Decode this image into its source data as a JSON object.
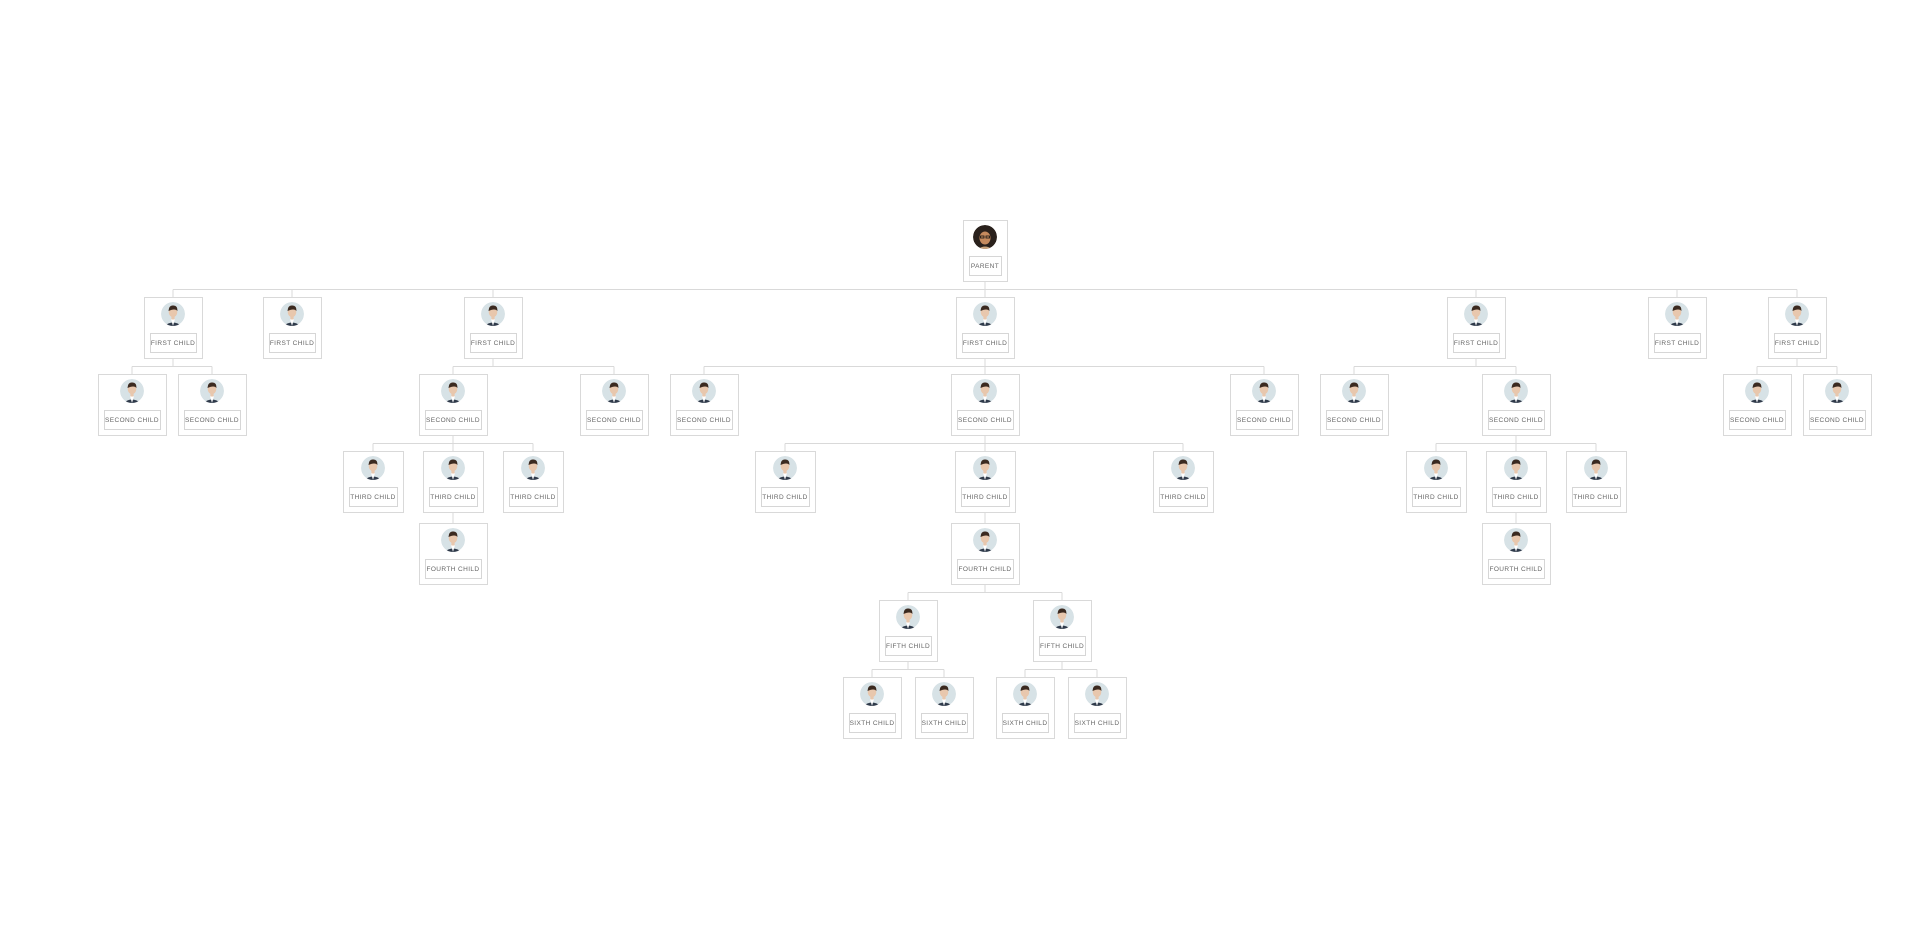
{
  "colors": {
    "line": "#d9d9d9",
    "box_border": "#d9d9d9",
    "label_text": "#666666",
    "avatar_bg": "#d7e2e6",
    "avatar_suit": "#2f3a4a",
    "avatar_skin": "#e8c7ad",
    "avatar_hair": "#3b2a20",
    "parent_bg": "#2a211c",
    "parent_skin": "#c58a5e"
  },
  "icons": {
    "person": "person-avatar-icon"
  },
  "tree": {
    "label": "PARENT",
    "kind": "parent",
    "children": [
      {
        "label": "FIRST CHILD",
        "children": [
          {
            "label": "SECOND CHILD"
          },
          {
            "label": "SECOND CHILD"
          }
        ]
      },
      {
        "label": "FIRST CHILD"
      },
      {
        "label": "FIRST CHILD",
        "children": [
          {
            "label": "SECOND CHILD",
            "children": [
              {
                "label": "THIRD CHILD"
              },
              {
                "label": "THIRD CHILD",
                "children": [
                  {
                    "label": "FOURTH CHILD"
                  }
                ]
              },
              {
                "label": "THIRD CHILD"
              }
            ]
          },
          {
            "label": "SECOND CHILD"
          }
        ]
      },
      {
        "label": "FIRST CHILD",
        "children": [
          {
            "label": "SECOND CHILD"
          },
          {
            "label": "SECOND CHILD",
            "children": [
              {
                "label": "THIRD CHILD"
              },
              {
                "label": "THIRD CHILD",
                "children": [
                  {
                    "label": "FOURTH CHILD",
                    "children": [
                      {
                        "label": "FIFTH CHILD",
                        "children": [
                          {
                            "label": "SIXTH CHILD"
                          },
                          {
                            "label": "SIXTH CHILD"
                          }
                        ]
                      },
                      {
                        "label": "FIFTH CHILD",
                        "children": [
                          {
                            "label": "SIXTH CHILD"
                          },
                          {
                            "label": "SIXTH CHILD"
                          }
                        ]
                      }
                    ]
                  }
                ]
              },
              {
                "label": "THIRD CHILD"
              }
            ]
          },
          {
            "label": "SECOND CHILD"
          }
        ]
      },
      {
        "label": "FIRST CHILD",
        "children": [
          {
            "label": "SECOND CHILD"
          },
          {
            "label": "SECOND CHILD",
            "children": [
              {
                "label": "THIRD CHILD"
              },
              {
                "label": "THIRD CHILD",
                "children": [
                  {
                    "label": "FOURTH CHILD"
                  }
                ]
              },
              {
                "label": "THIRD CHILD"
              }
            ]
          }
        ]
      },
      {
        "label": "FIRST CHILD"
      },
      {
        "label": "FIRST CHILD",
        "children": [
          {
            "label": "SECOND CHILD"
          },
          {
            "label": "SECOND CHILD"
          }
        ]
      }
    ]
  }
}
